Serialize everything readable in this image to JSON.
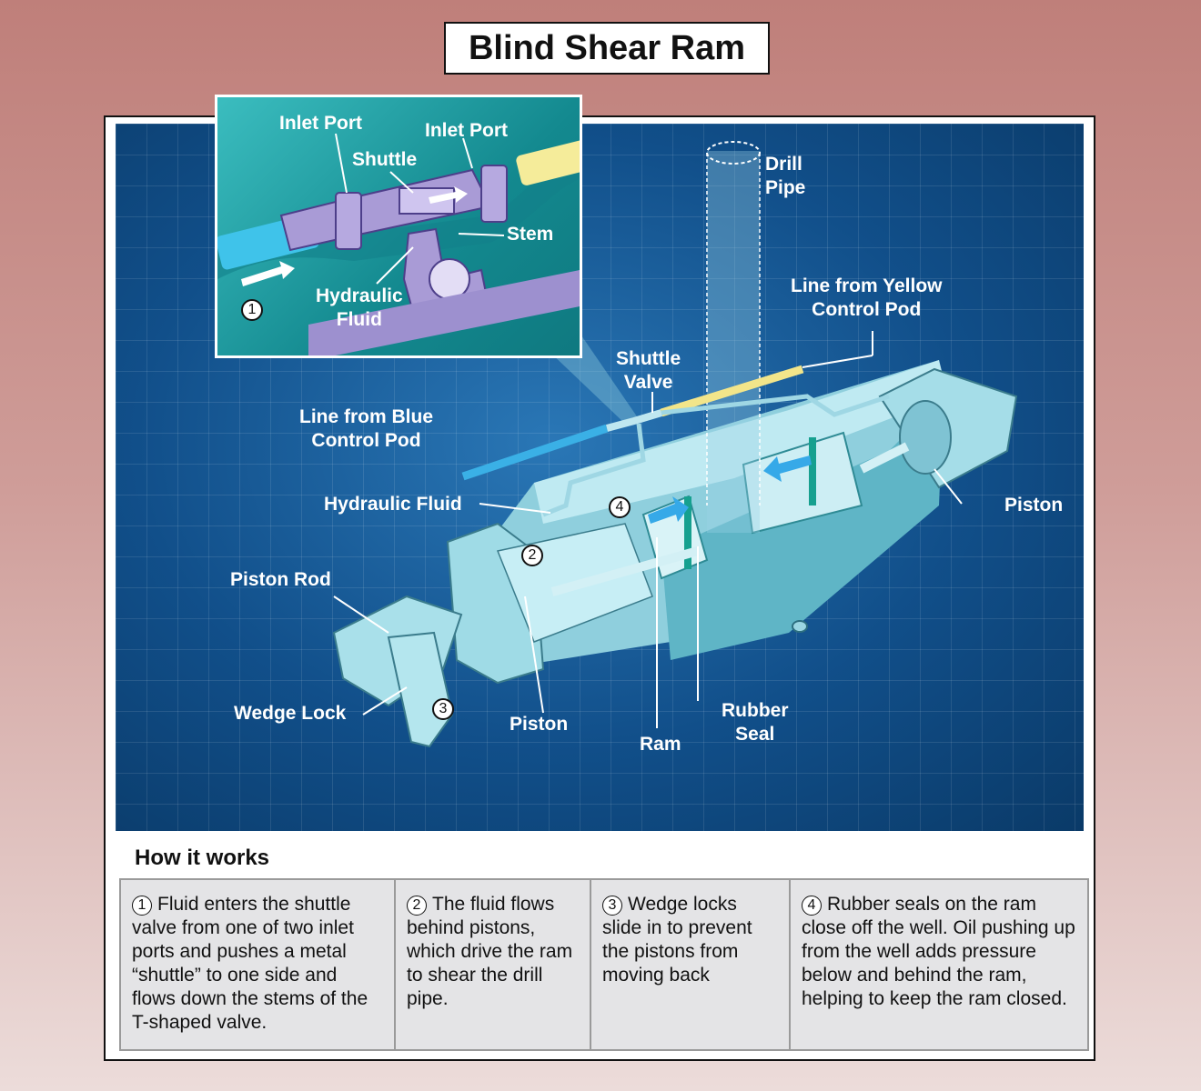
{
  "title": "Blind Shear Ram",
  "inset": {
    "labels": {
      "inlet_port_left": "Inlet Port",
      "inlet_port_right": "Inlet Port",
      "shuttle": "Shuttle",
      "stem": "Stem",
      "hydraulic_fluid": "Hydraulic\nFluid"
    },
    "marker": "1"
  },
  "labels": {
    "drill_pipe": "Drill\nPipe",
    "line_yellow": "Line from Yellow\nControl Pod",
    "shuttle_valve": "Shuttle\nValve",
    "line_blue": "Line from Blue\nControl Pod",
    "hydraulic_fluid": "Hydraulic Fluid",
    "piston_right": "Piston",
    "piston_rod": "Piston Rod",
    "wedge_lock": "Wedge Lock",
    "piston_bottom": "Piston",
    "ram": "Ram",
    "rubber_seal": "Rubber\nSeal"
  },
  "markers": [
    "2",
    "3",
    "4"
  ],
  "how_it_works": {
    "heading": "How it works",
    "steps": [
      {
        "num": "1",
        "text": "Fluid enters the shuttle valve from one of two inlet ports and pushes a metal “shuttle” to one side and flows down the stems of the T-shaped valve."
      },
      {
        "num": "2",
        "text": "The fluid flows behind pistons, which drive the ram to shear the drill pipe."
      },
      {
        "num": "3",
        "text": "Wedge locks slide in to prevent the pistons from moving back"
      },
      {
        "num": "4",
        "text": "Rubber seals on the ram close off the well. Oil pushing up from the well adds pressure below and behind the ram, helping to keep the ram closed."
      }
    ]
  },
  "colors": {
    "background_top": "#bf7f7a",
    "blueprint": "#0b4a80",
    "inset_teal": "#13898f",
    "blue_line": "#3ab0e6",
    "yellow_line": "#f2e58a",
    "body": "#a8e0ea",
    "panel": "#e4e4e6"
  }
}
